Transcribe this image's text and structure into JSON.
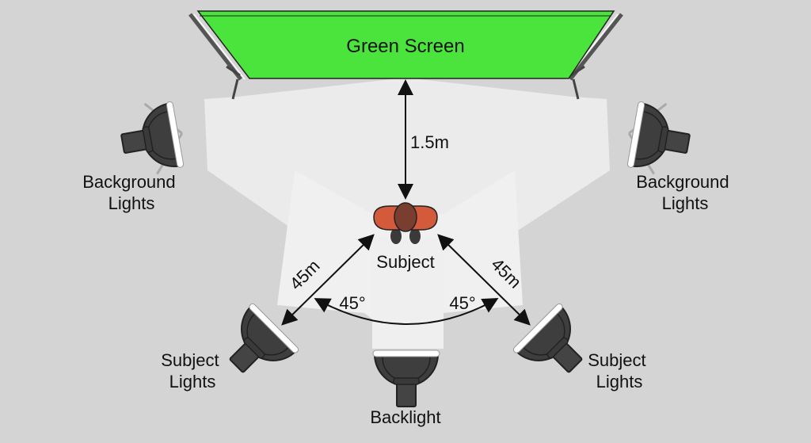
{
  "title": "Green Screen",
  "distance_screen": "1.5m",
  "labels": {
    "background_left": [
      "Background",
      "Lights"
    ],
    "background_right": [
      "Background",
      "Lights"
    ],
    "subject": "Subject",
    "subject_left": [
      "Subject",
      "Lights"
    ],
    "subject_right": [
      "Subject",
      "Lights"
    ],
    "backlight": "Backlight",
    "distance_left": "45m",
    "distance_right": "45m",
    "angle_left": "45°",
    "angle_right": "45°"
  },
  "colors": {
    "screen": "#4be43c",
    "shirt": "#d45a3c",
    "light": "#3c3c3c",
    "bg": "#d4d4d4"
  }
}
